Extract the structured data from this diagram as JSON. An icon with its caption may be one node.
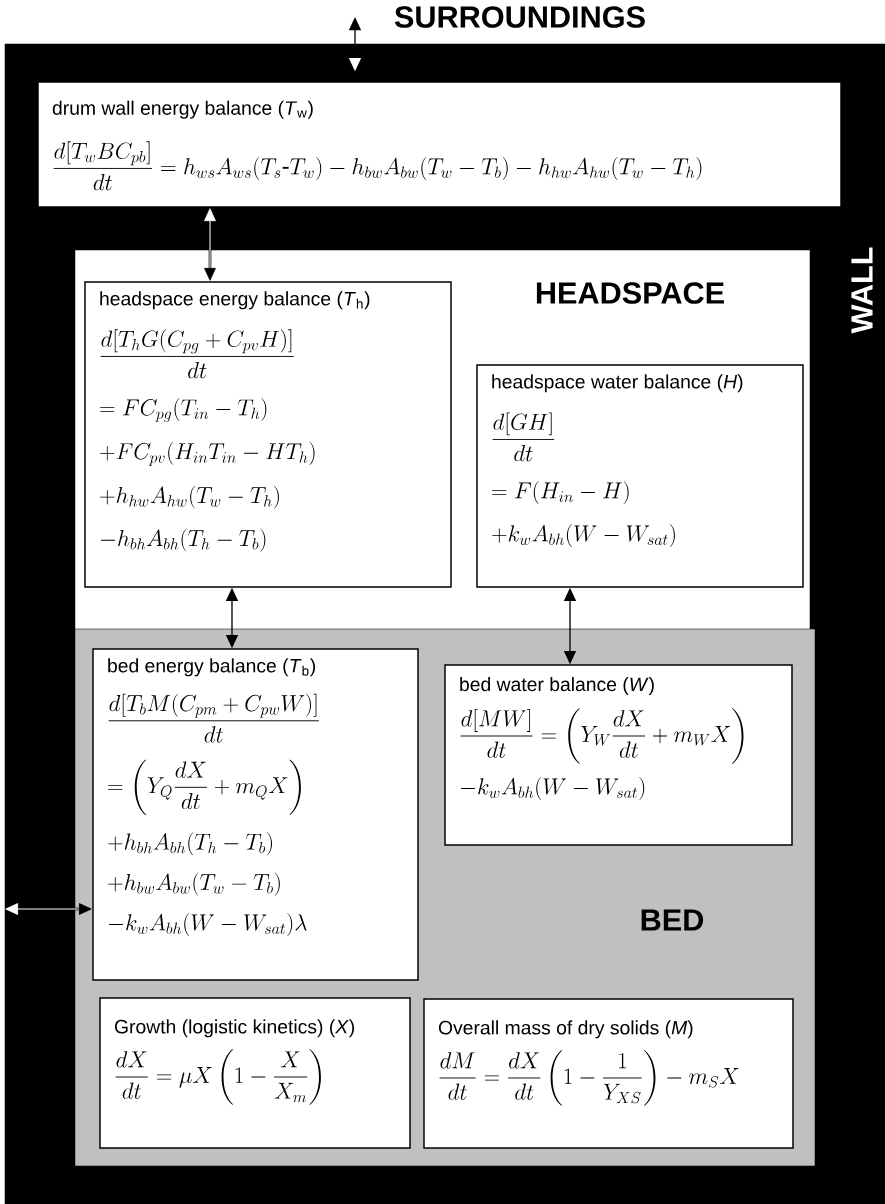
{
  "diagram": {
    "nodes": [
      {
        "text": [
          "WALL"
        ]
      },
      {
        "text": [
          "drum wall energy balance (*T*$_{w}$)",
          "\\frac{d[T_wBC_{pb}]}{dt} = h_{ws}A_{ws}(T_s\\mbox{-}T_w) - h_{bw}A_{bw}(T_w - T_b) - h_{hw}A_{hw}(T_w - T_h)"
        ],
        "in": 0
      },
      {
        "text": [
          "HEADSPACE"
        ],
        "in": 0
      },
      {
        "text": [
          "headspace energy balance (*T*$_{h}$)",
          "\\frac{d[T_hG(C_{pg}+C_{pv}H)]}{dt}",
          "= FC_{pg}(T_{in} - T_h)",
          "+ FC_{pv}(H_{in}T_{in} - HT_h)",
          "+ h_{hw}A_{hw}(T_w - T_h)",
          "- h_{bh}A_{bh}(T_h - T_b)"
        ],
        "in": 2
      },
      {
        "text": [
          "headspace water balance (*H*)",
          "\\frac{d[GH]}{dt}",
          "= F(H_{in} - H)",
          "+ k_wA_{bh}(W - W_{sat})"
        ],
        "in": 2
      },
      {
        "text": [
          "BED"
        ],
        "in": 0
      },
      {
        "text": [
          "bed energy balance (*T*$_{b}$)",
          "\\frac{d[T_bM(C_{pm}+C_{pw}W)]}{dt}",
          "= \\left(Y_Q\\frac{dX}{dt} + m_QX\\right)",
          "+ h_{bh}A_{bh}(T_h - T_b)",
          "+ h_{bw}A_{bw}(T_w - T_b)",
          "- k_wA_{bh}(W - W_{sat})\\lambda"
        ],
        "in": 5
      },
      {
        "text": [
          "bed water balance (*W*)",
          "\\frac{d[MW]}{dt} = \\left(Y_W\\frac{dX}{dt} + m_WX\\right)",
          "- k_wA_{bh}(W - W_{sat})"
        ],
        "in": 5
      },
      {
        "text": [
          "Growth (logistic kinetics) (*X*)",
          "\\frac{dX}{dt} = \\mu X\\left(1 - \\frac{X}{X_m}\\right)"
        ],
        "in": 5
      },
      {
        "text": [
          "Overall mass of dry solids (*M*)",
          "\\frac{dM}{dt} = \\frac{dX}{dt}\\left(1 - \\frac{1}{Y_{XS}}\\right) - m_SX"
        ],
        "in": 5
      }
    ],
    "edges": [
      {
        "from": null,
        "to": 1,
        "arrow": "both"
      },
      {
        "from": 1,
        "to": 3,
        "arrow": "both"
      },
      {
        "from": 3,
        "to": 6,
        "arrow": "both"
      },
      {
        "from": 4,
        "to": 7,
        "arrow": "both"
      },
      {
        "from": 0,
        "to": 6,
        "arrow": "both"
      }
    ],
    "labels": [
      "SURROUNDINGS"
    ]
  }
}
